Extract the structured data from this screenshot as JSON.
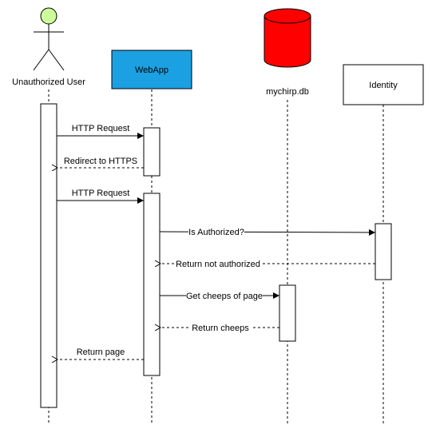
{
  "actors": {
    "user": {
      "label": "Unauthorized User",
      "head_color": "#ccff99"
    },
    "webapp": {
      "label": "WebApp",
      "fill": "#1ba1e2"
    },
    "db": {
      "label": "mychirp.db",
      "fill": "#ff0000"
    },
    "identity": {
      "label": "Identity"
    }
  },
  "messages": [
    {
      "label": "HTTP Request",
      "kind": "call"
    },
    {
      "label": "Redirect to HTTPS",
      "kind": "return"
    },
    {
      "label": "HTTP Request",
      "kind": "call"
    },
    {
      "label": "Is Authorized?",
      "kind": "call"
    },
    {
      "label": "Return not authorized",
      "kind": "return"
    },
    {
      "label": "Get cheeps of page",
      "kind": "call"
    },
    {
      "label": "Return cheeps",
      "kind": "return"
    },
    {
      "label": "Return page",
      "kind": "return"
    }
  ]
}
